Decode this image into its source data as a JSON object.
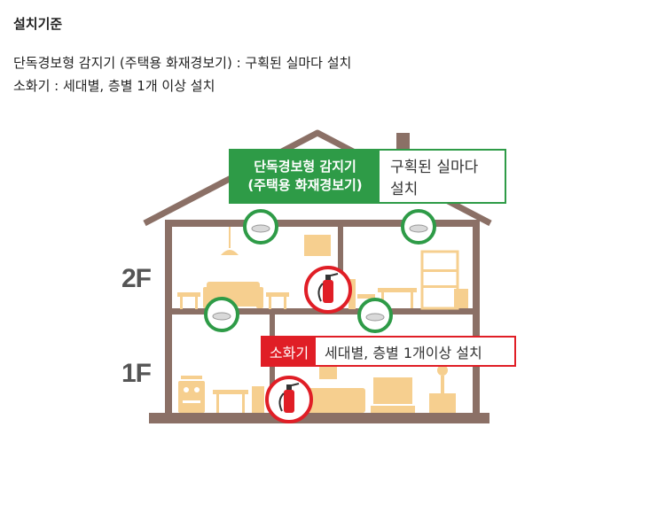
{
  "section_title": "설치기준",
  "descriptions": [
    "단독경보형 감지기 (주택용 화재경보기) : 구획된 실마다 설치",
    "소화기 : 세대별, 층별 1개 이상 설치"
  ],
  "detector_label": {
    "tag_line1": "단독경보형 감지기",
    "tag_line2": "(주택용 화재경보기)",
    "value": "구획된 실마다 설치"
  },
  "extinguisher_label": {
    "tag": "소화기",
    "value": "세대별, 층별 1개이상 설치"
  },
  "floors": {
    "upper": "2F",
    "lower": "1F"
  },
  "colors": {
    "detector": "#2e9b47",
    "extinguisher": "#e01e26",
    "house_outline": "#8b7066",
    "furniture": "#f6cf8f",
    "floor_text": "#555555"
  },
  "icons": [
    "smoke-detector-icon",
    "fire-extinguisher-icon"
  ]
}
